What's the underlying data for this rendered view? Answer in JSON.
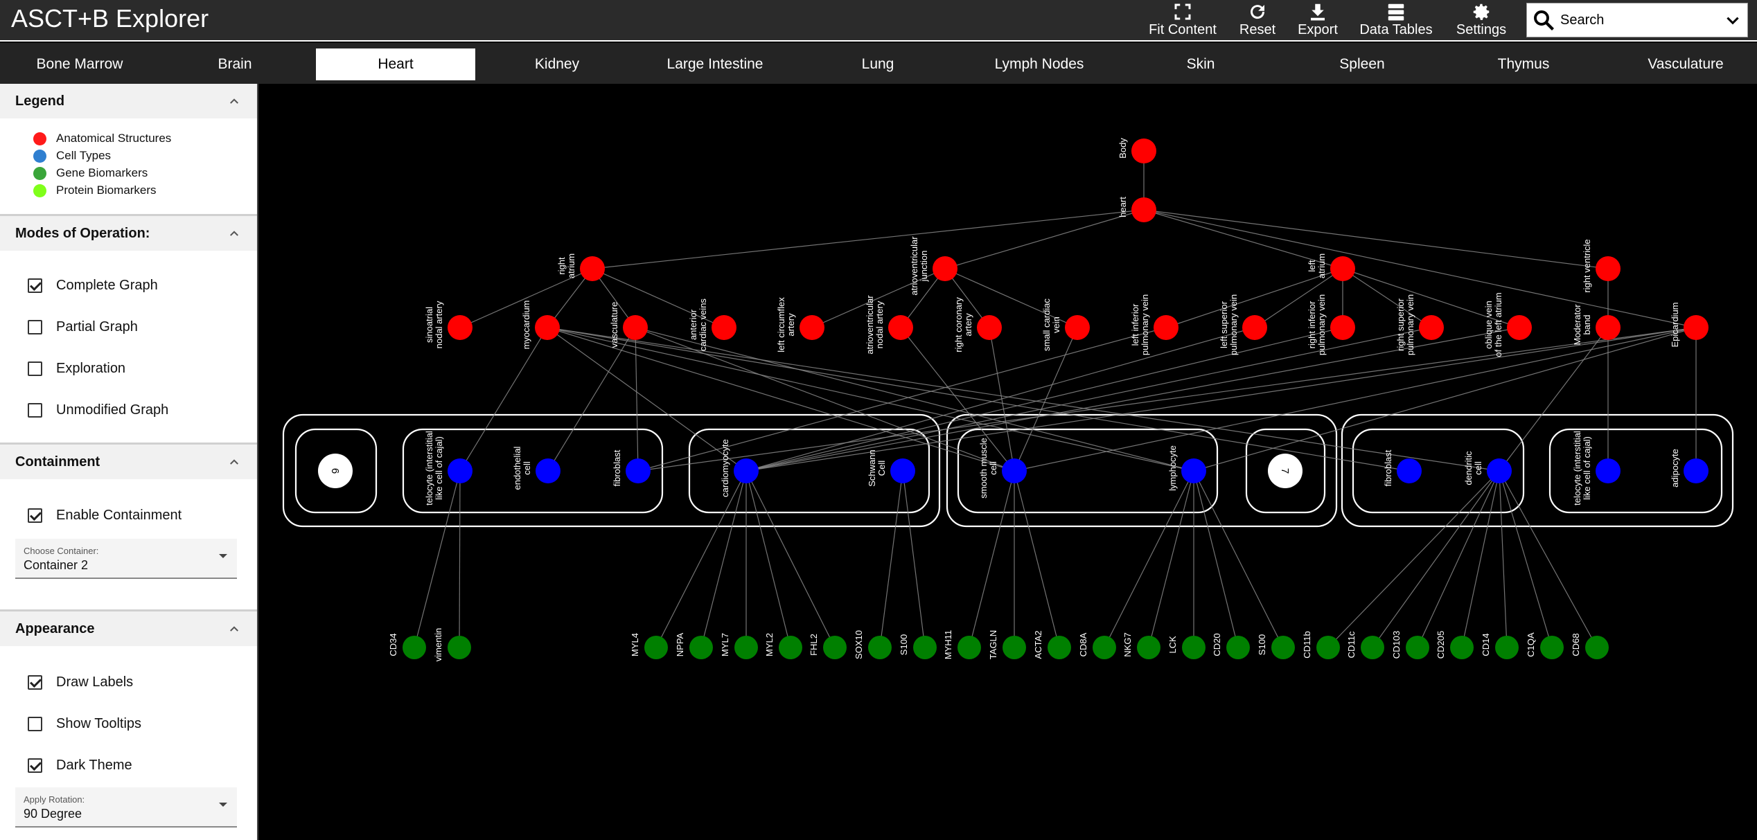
{
  "app": {
    "title": "ASCT+B Explorer"
  },
  "toolbar": [
    {
      "id": "fit",
      "label": "Fit Content",
      "icon": "fit-content-icon"
    },
    {
      "id": "reset",
      "label": "Reset",
      "icon": "reset-icon"
    },
    {
      "id": "export",
      "label": "Export",
      "icon": "download-icon"
    },
    {
      "id": "tables",
      "label": "Data Tables",
      "icon": "data-tables-icon"
    },
    {
      "id": "settings",
      "label": "Settings",
      "icon": "gear-icon"
    }
  ],
  "search": {
    "value": "Search",
    "icon": "search-icon"
  },
  "tabs": [
    "Bone Marrow",
    "Brain",
    "Heart",
    "Kidney",
    "Large Intestine",
    "Lung",
    "Lymph Nodes",
    "Skin",
    "Spleen",
    "Thymus",
    "Vasculature"
  ],
  "active_tab": "Heart",
  "sidebar": {
    "legend": {
      "title": "Legend",
      "items": [
        {
          "label": "Anatomical Structures",
          "color": "#ff1a1a"
        },
        {
          "label": "Cell Types",
          "color": "#2f7fd0"
        },
        {
          "label": "Gene Biomarkers",
          "color": "#3aa53a"
        },
        {
          "label": "Protein Biomarkers",
          "color": "#80ff1a"
        }
      ]
    },
    "modes": {
      "title": "Modes of Operation:",
      "options": [
        {
          "label": "Complete Graph",
          "checked": true
        },
        {
          "label": "Partial Graph",
          "checked": false
        },
        {
          "label": "Exploration",
          "checked": false
        },
        {
          "label": "Unmodified Graph",
          "checked": false
        }
      ]
    },
    "containment": {
      "title": "Containment",
      "enable_label": "Enable Containment",
      "enabled": true,
      "select_label": "Choose Container:",
      "select_value": "Container 2"
    },
    "appearance": {
      "title": "Appearance",
      "options": [
        {
          "label": "Draw Labels",
          "checked": true
        },
        {
          "label": "Show Tooltips",
          "checked": false
        },
        {
          "label": "Dark Theme",
          "checked": true
        }
      ],
      "rotation_label": "Apply Rotation:",
      "rotation_value": "90 Degree"
    }
  },
  "graph": {
    "colors": {
      "as": "#ff0000",
      "ct": "#0000ff",
      "bg": "#008000",
      "container": "#ffffff",
      "edge": "#888888"
    },
    "nodes": {
      "body": {
        "label": [
          "Body"
        ],
        "type": "as"
      },
      "heart": {
        "label": [
          "heart"
        ],
        "type": "as"
      },
      "ra": {
        "label": [
          "right",
          "atrium"
        ],
        "type": "as"
      },
      "avj": {
        "label": [
          "atrioventricular",
          "junction"
        ],
        "type": "as"
      },
      "la": {
        "label": [
          "left",
          "atrium"
        ],
        "type": "as"
      },
      "rv": {
        "label": [
          "right ventricle"
        ],
        "type": "as"
      },
      "sna": {
        "label": [
          "sinoatrial",
          "nodal artery"
        ],
        "type": "as"
      },
      "myo": {
        "label": [
          "myocardium"
        ],
        "type": "as"
      },
      "vas": {
        "label": [
          "vasculature"
        ],
        "type": "as"
      },
      "acv": {
        "label": [
          "anterior",
          "cardiac veins"
        ],
        "type": "as"
      },
      "lca": {
        "label": [
          "left circumflex",
          "artery"
        ],
        "type": "as"
      },
      "ana": {
        "label": [
          "atrioventricular",
          "nodal artery"
        ],
        "type": "as"
      },
      "rca": {
        "label": [
          "right coronary",
          "artery"
        ],
        "type": "as"
      },
      "scv": {
        "label": [
          "small cardiac",
          "vein"
        ],
        "type": "as"
      },
      "lipv": {
        "label": [
          "left inferior",
          "pulmonary vein"
        ],
        "type": "as"
      },
      "lspv": {
        "label": [
          "left superior",
          "pulmonary vein"
        ],
        "type": "as"
      },
      "ripv": {
        "label": [
          "right inferior",
          "pulmonary vein"
        ],
        "type": "as"
      },
      "rspv": {
        "label": [
          "right superior",
          "pulmonary vein"
        ],
        "type": "as"
      },
      "ovla": {
        "label": [
          "oblique vein",
          "of the left atrium"
        ],
        "type": "as"
      },
      "mb": {
        "label": [
          "Moderator",
          "band"
        ],
        "type": "as"
      },
      "epi": {
        "label": [
          "Epicardium"
        ],
        "type": "as"
      },
      "tel1": {
        "label": [
          "telocyte (interstitial",
          "like cell of cajal)"
        ],
        "type": "ct"
      },
      "endo": {
        "label": [
          "endothelial",
          "cell"
        ],
        "type": "ct"
      },
      "fib1": {
        "label": [
          "fibroblast"
        ],
        "type": "ct"
      },
      "card": {
        "label": [
          "cardiomyocyte"
        ],
        "type": "ct"
      },
      "schw": {
        "label": [
          "Schwann",
          "Cell"
        ],
        "type": "ct"
      },
      "smc": {
        "label": [
          "smooth muscle",
          "cell"
        ],
        "type": "ct"
      },
      "lym": {
        "label": [
          "lymphocyte"
        ],
        "type": "ct"
      },
      "fib2": {
        "label": [
          "fibroblast"
        ],
        "type": "ct"
      },
      "dend": {
        "label": [
          "dendritic",
          "cell"
        ],
        "type": "ct"
      },
      "tel2": {
        "label": [
          "telocyte (interstitial",
          "like cell of cajal)"
        ],
        "type": "ct"
      },
      "adip": {
        "label": [
          "adipocyte"
        ],
        "type": "ct"
      },
      "g_cd34": {
        "label": [
          "CD34"
        ],
        "type": "bg"
      },
      "g_vim": {
        "label": [
          "vimentin"
        ],
        "type": "bg"
      },
      "g_myl4": {
        "label": [
          "MYL4"
        ],
        "type": "bg"
      },
      "g_nppa": {
        "label": [
          "NPPA"
        ],
        "type": "bg"
      },
      "g_myl7": {
        "label": [
          "MYL7"
        ],
        "type": "bg"
      },
      "g_myl2": {
        "label": [
          "MYL2"
        ],
        "type": "bg"
      },
      "g_fhl2": {
        "label": [
          "FHL2"
        ],
        "type": "bg"
      },
      "g_sox10": {
        "label": [
          "SOX10"
        ],
        "type": "bg"
      },
      "g_s100a": {
        "label": [
          "S100"
        ],
        "type": "bg"
      },
      "g_myh11": {
        "label": [
          "MYH11"
        ],
        "type": "bg"
      },
      "g_tagln": {
        "label": [
          "TAGLN"
        ],
        "type": "bg"
      },
      "g_acta2": {
        "label": [
          "ACTA2"
        ],
        "type": "bg"
      },
      "g_cd8a": {
        "label": [
          "CD8A"
        ],
        "type": "bg"
      },
      "g_nkg7": {
        "label": [
          "NKG7"
        ],
        "type": "bg"
      },
      "g_lck": {
        "label": [
          "LCK"
        ],
        "type": "bg"
      },
      "g_cd20": {
        "label": [
          "CD20"
        ],
        "type": "bg"
      },
      "g_s100b": {
        "label": [
          "S100"
        ],
        "type": "bg"
      },
      "g_cd11b": {
        "label": [
          "CD11b"
        ],
        "type": "bg"
      },
      "g_cd11c": {
        "label": [
          "CD11c"
        ],
        "type": "bg"
      },
      "g_cd103": {
        "label": [
          "CD103"
        ],
        "type": "bg"
      },
      "g_cd205": {
        "label": [
          "CD205"
        ],
        "type": "bg"
      },
      "g_cd14": {
        "label": [
          "CD14"
        ],
        "type": "bg"
      },
      "g_c1qa": {
        "label": [
          "C1QA"
        ],
        "type": "bg"
      },
      "g_cd68": {
        "label": [
          "CD68"
        ],
        "type": "bg"
      }
    },
    "badges": [
      {
        "id": "badge1",
        "text": "6"
      },
      {
        "id": "badge2",
        "text": "7"
      }
    ],
    "edges": [
      [
        "body",
        "heart"
      ],
      [
        "heart",
        "ra"
      ],
      [
        "heart",
        "avj"
      ],
      [
        "heart",
        "la"
      ],
      [
        "heart",
        "rv"
      ],
      [
        "heart",
        "epi"
      ],
      [
        "ra",
        "sna"
      ],
      [
        "ra",
        "myo"
      ],
      [
        "ra",
        "vas"
      ],
      [
        "ra",
        "acv"
      ],
      [
        "avj",
        "lca"
      ],
      [
        "avj",
        "ana"
      ],
      [
        "avj",
        "rca"
      ],
      [
        "avj",
        "scv"
      ],
      [
        "la",
        "lipv"
      ],
      [
        "la",
        "lspv"
      ],
      [
        "la",
        "ripv"
      ],
      [
        "la",
        "rspv"
      ],
      [
        "la",
        "ovla"
      ],
      [
        "rv",
        "mb"
      ],
      [
        "myo",
        "tel1"
      ],
      [
        "myo",
        "card"
      ],
      [
        "myo",
        "smc"
      ],
      [
        "myo",
        "fib2"
      ],
      [
        "myo",
        "lym"
      ],
      [
        "myo",
        "dend"
      ],
      [
        "vas",
        "endo"
      ],
      [
        "vas",
        "fib1"
      ],
      [
        "vas",
        "smc"
      ],
      [
        "vas",
        "lym"
      ],
      [
        "ana",
        "smc"
      ],
      [
        "rca",
        "smc"
      ],
      [
        "scv",
        "smc"
      ],
      [
        "mb",
        "tel2"
      ],
      [
        "mb",
        "dend"
      ],
      [
        "epi",
        "fib1"
      ],
      [
        "epi",
        "card"
      ],
      [
        "epi",
        "adip"
      ],
      [
        "epi",
        "smc"
      ],
      [
        "epi",
        "lym"
      ],
      [
        "ripv",
        "card"
      ],
      [
        "lspv",
        "card"
      ],
      [
        "ovla",
        "card"
      ],
      [
        "rspv",
        "card"
      ],
      [
        "lipv",
        "fib1"
      ],
      [
        "tel1",
        "g_cd34"
      ],
      [
        "tel1",
        "g_vim"
      ],
      [
        "card",
        "g_myl4"
      ],
      [
        "card",
        "g_nppa"
      ],
      [
        "card",
        "g_myl7"
      ],
      [
        "card",
        "g_myl2"
      ],
      [
        "card",
        "g_fhl2"
      ],
      [
        "schw",
        "g_sox10"
      ],
      [
        "schw",
        "g_s100a"
      ],
      [
        "smc",
        "g_myh11"
      ],
      [
        "smc",
        "g_tagln"
      ],
      [
        "smc",
        "g_acta2"
      ],
      [
        "lym",
        "g_cd8a"
      ],
      [
        "lym",
        "g_nkg7"
      ],
      [
        "lym",
        "g_lck"
      ],
      [
        "lym",
        "g_cd20"
      ],
      [
        "lym",
        "g_s100b"
      ],
      [
        "dend",
        "g_cd11b"
      ],
      [
        "dend",
        "g_cd11c"
      ],
      [
        "dend",
        "g_cd103"
      ],
      [
        "dend",
        "g_cd205"
      ],
      [
        "dend",
        "g_cd14"
      ],
      [
        "dend",
        "g_c1qa"
      ],
      [
        "dend",
        "g_cd68"
      ]
    ]
  }
}
